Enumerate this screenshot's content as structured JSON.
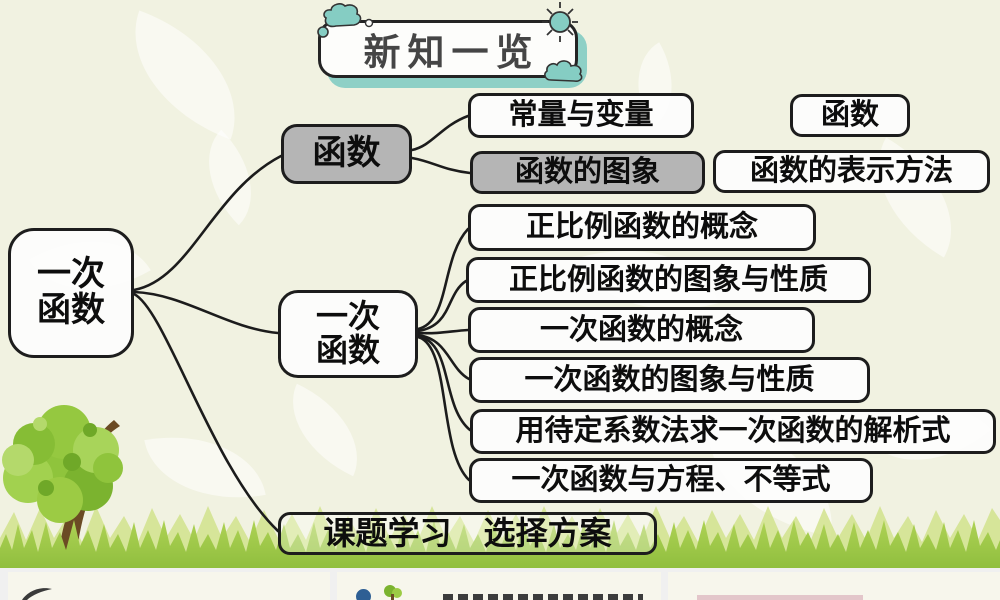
{
  "title": {
    "text": "新知一览"
  },
  "mindmap": {
    "root": {
      "line1": "一次",
      "line2": "函数"
    },
    "function_branch": {
      "label": "函数",
      "children": [
        {
          "label": "常量与变量"
        },
        {
          "label": "函数的图象"
        }
      ]
    },
    "reference_boxes": [
      {
        "label": "函数"
      },
      {
        "label": "函数的表示方法"
      }
    ],
    "linear_branch": {
      "line1": "一次",
      "line2": "函数",
      "children": [
        "正比例函数的概念",
        "正比例函数的图象与性质",
        "一次函数的概念",
        "一次函数的图象与性质",
        "用待定系数法求一次函数的解析式",
        "一次函数与方程、不等式"
      ]
    },
    "project_node": {
      "label": "课题学习　选择方案"
    }
  },
  "colors": {
    "accent_teal": "#85cdc3",
    "node_gray": "#b5b5b5",
    "border_dark": "#1d1d1d",
    "grass_green": "#8fc33c",
    "background": "#f1f2e1"
  },
  "decorations": {
    "cloud_top_left": "cloud-icon",
    "sun_top_right": "sun-icon",
    "cloud_bottom_right": "cloud-icon",
    "tree_left": "tree-illustration",
    "grass_bottom": "grass-illustration"
  }
}
